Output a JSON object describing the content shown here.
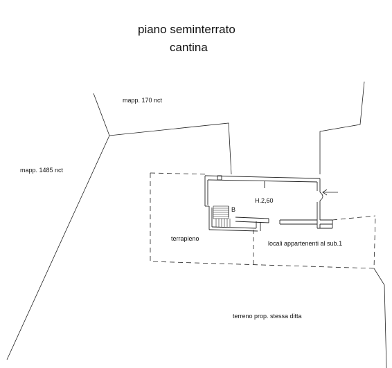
{
  "title": {
    "line1": "piano seminterrato",
    "line2": "cantina"
  },
  "labels": {
    "mapp_170": "mapp. 170 nct",
    "mapp_1485": "mapp. 1485 nct",
    "height": "H.2,60",
    "b": "B",
    "terrapieno": "terrapieno",
    "locali": "locali appartenenti al sub.1",
    "terreno": "terreno prop. stessa ditta"
  }
}
